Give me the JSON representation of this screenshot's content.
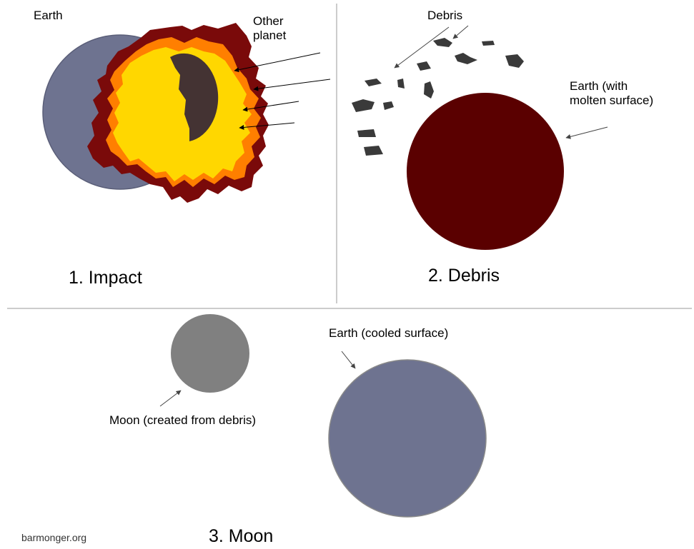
{
  "panels": {
    "impact": {
      "caption": "1. Impact",
      "earth_label": "Earth",
      "other_planet_label": "Other\nplanet"
    },
    "debris": {
      "caption": "2. Debris",
      "debris_label": "Debris",
      "earth_label": "Earth (with\nmolten surface)"
    },
    "moon": {
      "caption": "3. Moon",
      "moon_label": "Moon (created from debris)",
      "earth_label": "Earth (cooled surface)"
    }
  },
  "credit": "barmonger.org",
  "colors": {
    "earth": "#6e7390",
    "molten_earth": "#5a0000",
    "other_planet": "#443333",
    "moon": "#808080",
    "fire_yellow": "#ffd700",
    "fire_orange": "#ff7f00",
    "fire_darkred": "#7a0a0a",
    "debris": "#3a3a3a",
    "divider": "#999999"
  }
}
